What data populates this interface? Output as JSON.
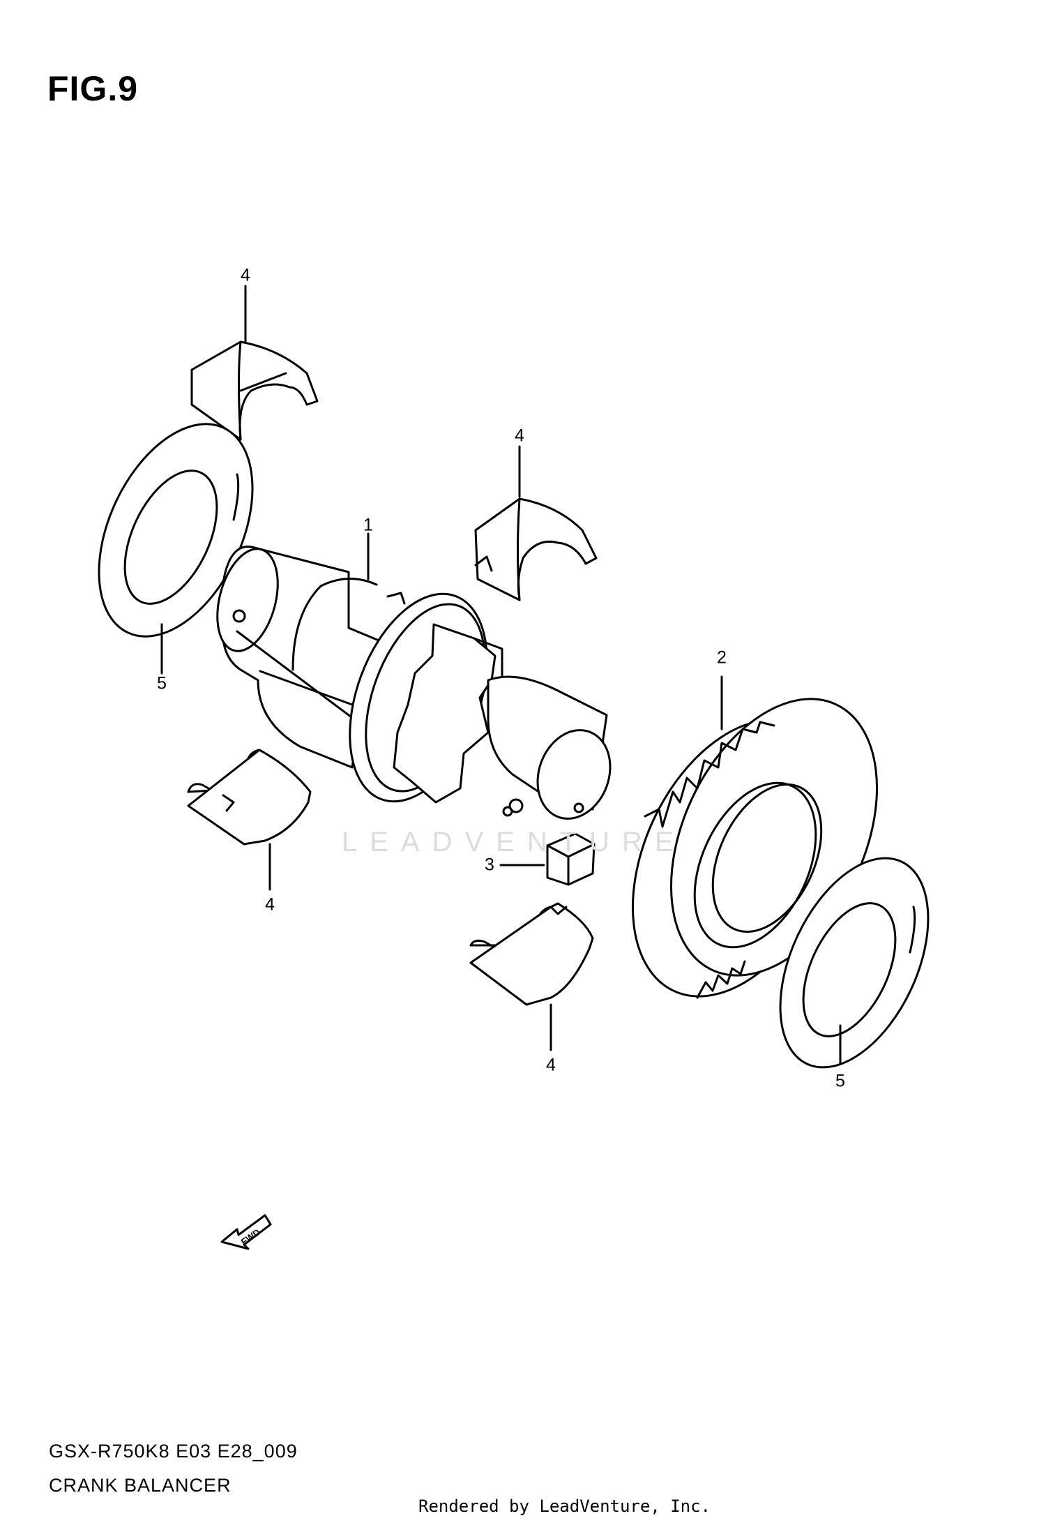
{
  "figure": {
    "title": "FIG.9"
  },
  "callouts": [
    {
      "id": "c1",
      "label": "1"
    },
    {
      "id": "c2",
      "label": "2"
    },
    {
      "id": "c3",
      "label": "3"
    },
    {
      "id": "c4a",
      "label": "4"
    },
    {
      "id": "c4b",
      "label": "4"
    },
    {
      "id": "c4c",
      "label": "4"
    },
    {
      "id": "c4d",
      "label": "4"
    },
    {
      "id": "c5a",
      "label": "5"
    },
    {
      "id": "c5b",
      "label": "5"
    }
  ],
  "fwd_arrow": {
    "label": "FWD"
  },
  "watermark": {
    "text": "LEADVENTURE"
  },
  "footer": {
    "model_code": "GSX-R750K8 E03 E28_009",
    "section_name": "CRANK BALANCER",
    "rendered_by": "Rendered by LeadVenture, Inc."
  }
}
